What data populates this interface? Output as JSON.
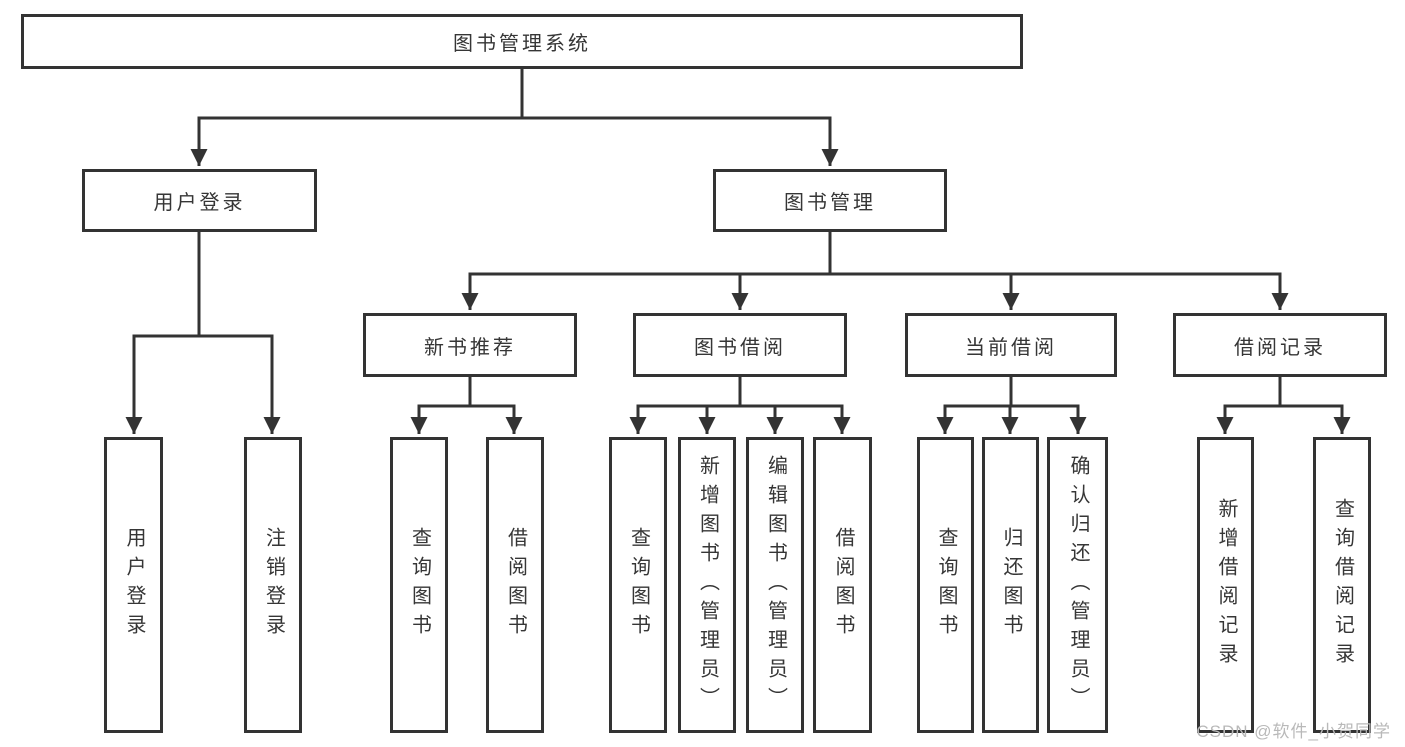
{
  "watermark": "CSDN @软件_小贺同学",
  "colors": {
    "line": "#333333",
    "text": "#363636",
    "background": "#ffffff",
    "watermark": "#b9b9b9"
  },
  "tree": {
    "root": "图书管理系统",
    "branches": [
      {
        "label": "用户登录",
        "children": [
          "用户登录",
          "注销登录"
        ]
      },
      {
        "label": "图书管理",
        "sections": [
          {
            "label": "新书推荐",
            "children": [
              "查询图书",
              "借阅图书"
            ]
          },
          {
            "label": "图书借阅",
            "children": [
              "查询图书",
              "新增图书（管理员）",
              "编辑图书（管理员）",
              "借阅图书"
            ]
          },
          {
            "label": "当前借阅",
            "children": [
              "查询图书",
              "归还图书",
              "确认归还（管理员）"
            ]
          },
          {
            "label": "借阅记录",
            "children": [
              "新增借阅记录",
              "查询借阅记录"
            ]
          }
        ]
      }
    ]
  }
}
